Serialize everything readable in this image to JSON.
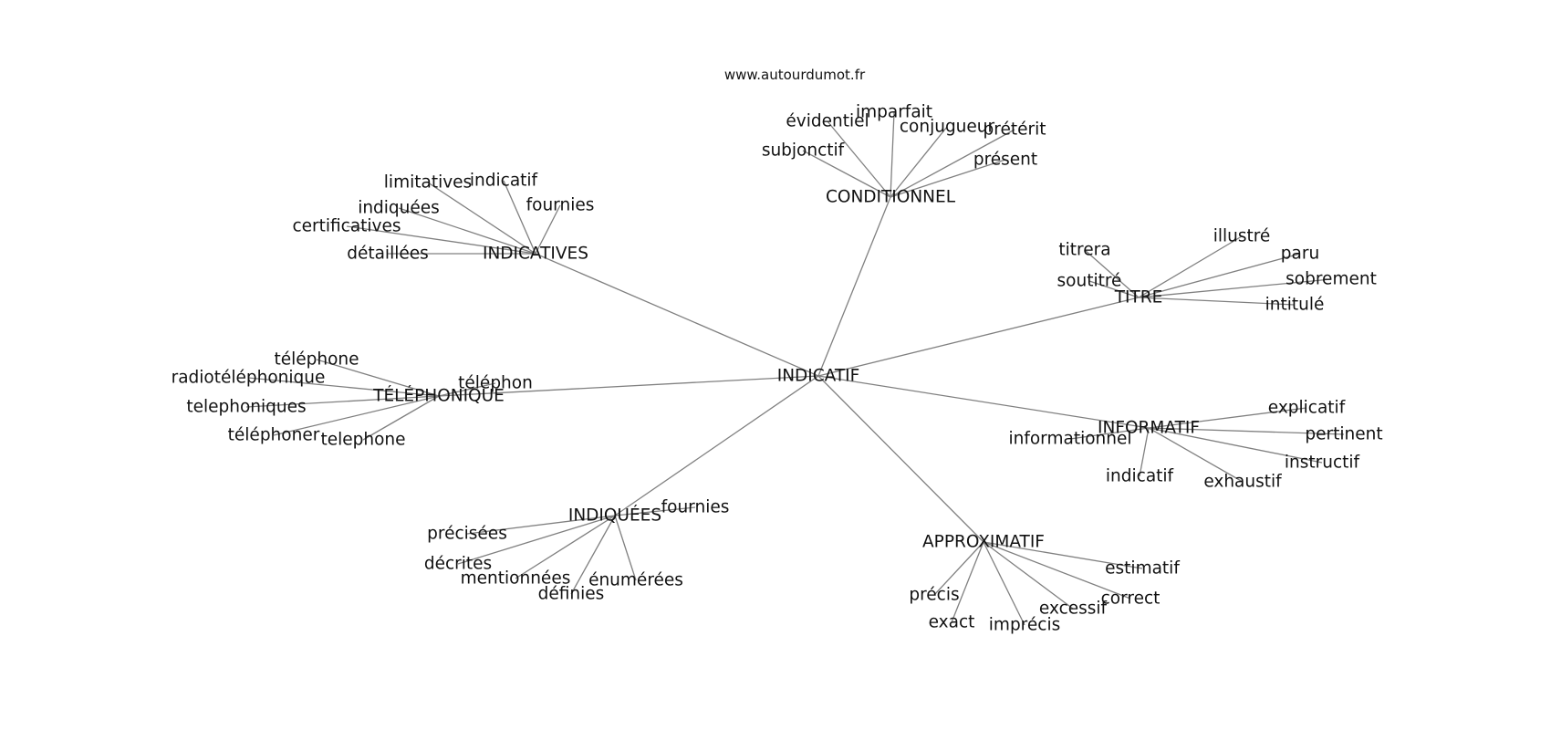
{
  "site_url": "www.autourdumot.fr",
  "graph": {
    "center": "INDICATIF",
    "groups": [
      {
        "label": "INDICATIVES",
        "leaves": [
          "limitatives",
          "indicatif",
          "fournies",
          "indiquées",
          "certificatives",
          "détaillées"
        ]
      },
      {
        "label": "CONDITIONNEL",
        "leaves": [
          "évidentiel",
          "imparfait",
          "conjugueur",
          "prétérit",
          "subjonctif",
          "présent"
        ]
      },
      {
        "label": "TITRE",
        "leaves": [
          "titrera",
          "illustré",
          "paru",
          "soutitré",
          "sobrement",
          "intitulé"
        ]
      },
      {
        "label": "TÉLÉPHONIQUE",
        "leaves": [
          "téléphone",
          "radiotéléphonique",
          "téléphon",
          "telephoniques",
          "téléphoner",
          "telephone"
        ]
      },
      {
        "label": "INFORMATIF",
        "leaves": [
          "explicatif",
          "pertinent",
          "informationnel",
          "instructif",
          "indicatif",
          "exhaustif"
        ]
      },
      {
        "label": "INDIQUÉES",
        "leaves": [
          "fournies",
          "précisées",
          "décrites",
          "mentionnées",
          "énumérées",
          "définies"
        ]
      },
      {
        "label": "APPROXIMATIF",
        "leaves": [
          "estimatif",
          "correct",
          "précis",
          "excessif",
          "exact",
          "imprécis"
        ]
      }
    ]
  }
}
